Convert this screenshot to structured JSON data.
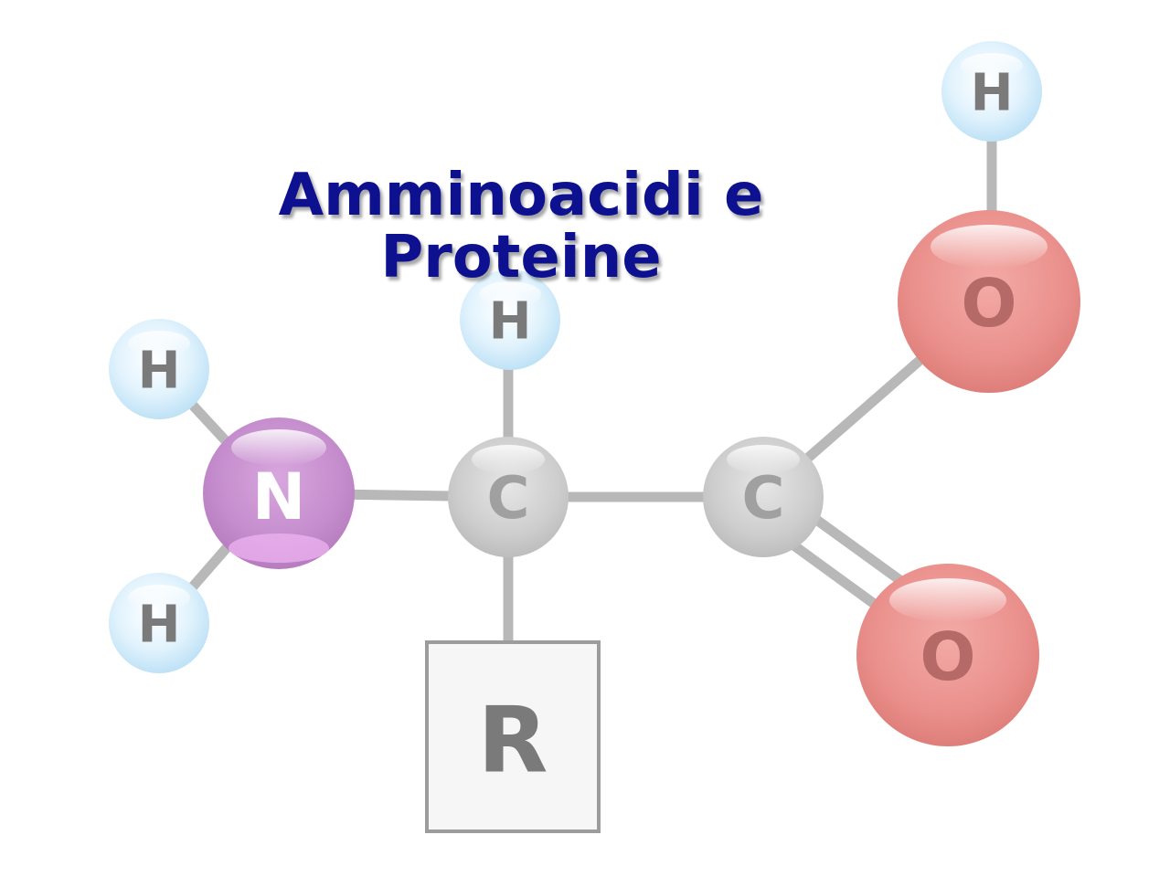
{
  "slide": {
    "title_line1": "Amminoacidi e",
    "title_line2": "Proteine"
  },
  "molecule": {
    "atoms": {
      "nitrogen": "N",
      "alpha_carbon": "C",
      "carboxyl_carbon": "C",
      "amino_hydrogen_top": "H",
      "amino_hydrogen_bottom": "H",
      "alpha_hydrogen": "H",
      "hydroxyl_oxygen": "O",
      "hydroxyl_hydrogen": "H",
      "carbonyl_oxygen": "O"
    },
    "side_chain": "R"
  },
  "colors": {
    "title": "#0d1190",
    "hydrogen": "#d6eefb",
    "nitrogen": "#c98dd0",
    "carbon": "#cfcfcf",
    "oxygen": "#ec8d8a",
    "bond": "#b8b8b8",
    "label": "#7a7a7a"
  }
}
